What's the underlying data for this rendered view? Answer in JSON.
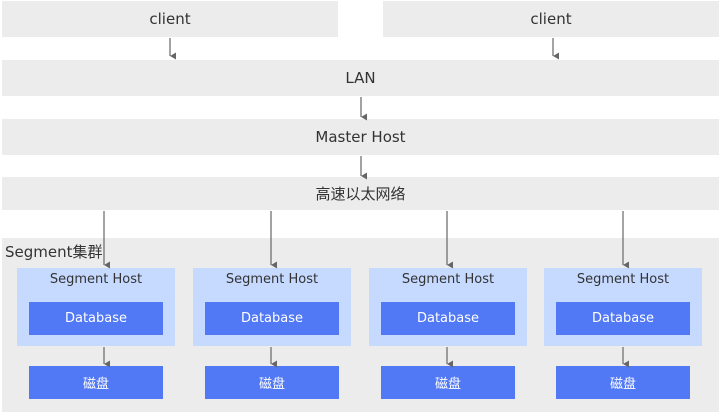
{
  "clients": [
    {
      "label": "client"
    },
    {
      "label": "client"
    }
  ],
  "lan": {
    "label": "LAN"
  },
  "master": {
    "label": "Master Host"
  },
  "network": {
    "label": "高速以太网络"
  },
  "cluster": {
    "label": "Segment集群",
    "hosts": [
      {
        "label": "Segment Host",
        "db": "Database",
        "disk": "磁盘"
      },
      {
        "label": "Segment Host",
        "db": "Database",
        "disk": "磁盘"
      },
      {
        "label": "Segment Host",
        "db": "Database",
        "disk": "磁盘"
      },
      {
        "label": "Segment Host",
        "db": "Database",
        "disk": "磁盘"
      }
    ]
  },
  "colors": {
    "band": "#ececec",
    "host": "#c6d9ff",
    "database": "#5279f5",
    "arrow": "#666666"
  }
}
